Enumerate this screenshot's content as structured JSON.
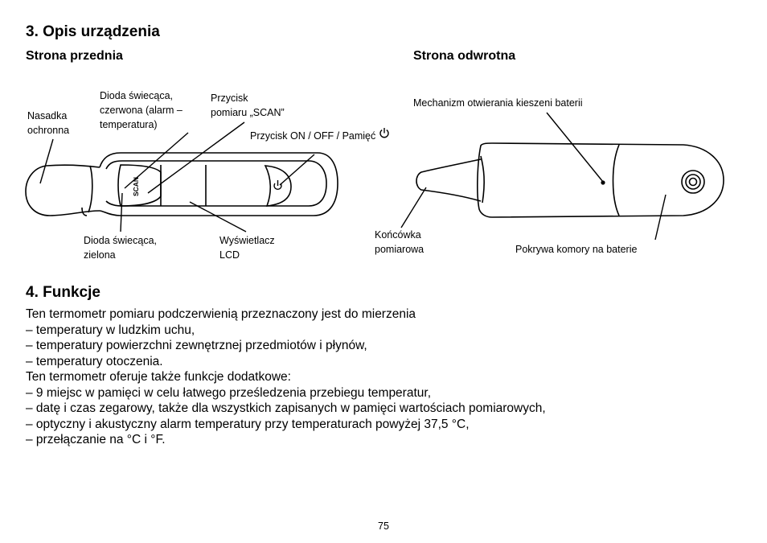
{
  "section3": {
    "title": "3. Opis urządzenia",
    "front_title": "Strona przednia",
    "back_title": "Strona odwrotna",
    "front_labels": {
      "nasadka": [
        "Nasadka",
        "ochronna"
      ],
      "dioda_czerwona": [
        "Dioda świecąca,",
        "czerwona (alarm –",
        "temperatura)"
      ],
      "scan_button": [
        "Przycisk",
        "pomiaru „SCAN”"
      ],
      "on_off": "Przycisk ON / OFF / Pamięć",
      "dioda_zielona": [
        "Dioda świecąca,",
        "zielona"
      ],
      "lcd": [
        "Wyświetlacz",
        "LCD"
      ],
      "scan_text": "SCAN"
    },
    "back_labels": {
      "battery_mechanism": "Mechanizm otwierania kieszeni baterii",
      "tip": [
        "Końcówka",
        "pomiarowa"
      ],
      "battery_cover": "Pokrywa komory na baterie"
    }
  },
  "section4": {
    "title": "4. Funkcje",
    "lines": [
      "Ten termometr pomiaru podczerwienią przeznaczony jest do mierzenia",
      "– temperatury w ludzkim uchu,",
      "– temperatury powierzchni zewnętrznej przedmiotów i płynów,",
      "– temperatury otoczenia.",
      "Ten termometr oferuje także funkcje dodatkowe:",
      "– 9 miejsc w pamięci w celu łatwego prześledzenia przebiegu temperatur,",
      "– datę i czas zegarowy, także dla wszystkich zapisanych w pamięci wartościach pomiarowych,",
      "– optyczny i akustyczny alarm temperatury przy temperaturach powyżej 37,5 °C,",
      "– przełączanie na °C i °F."
    ]
  },
  "page_number": "75",
  "icons": [
    "power-icon"
  ]
}
